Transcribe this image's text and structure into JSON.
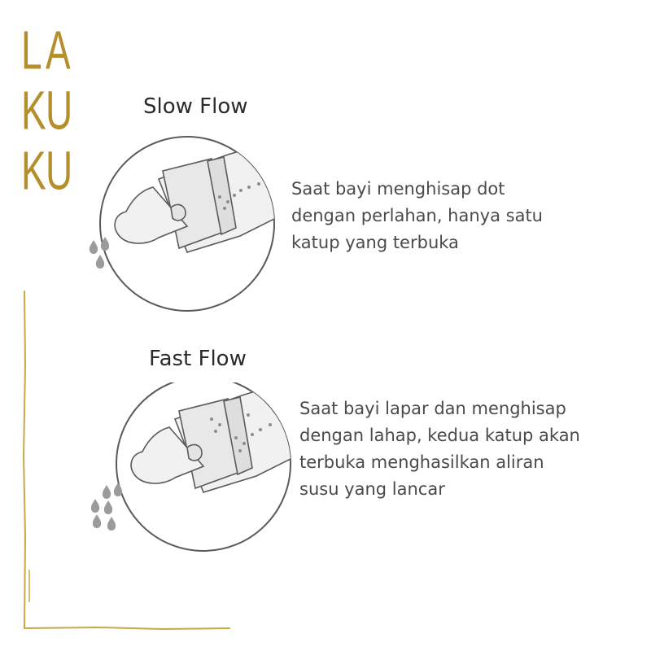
{
  "brand": {
    "letters": [
      "L",
      "A",
      "K",
      "U",
      "K",
      "U"
    ],
    "color": "#b58f2c"
  },
  "sections": [
    {
      "title": "Slow Flow",
      "lines": [
        "Saat bayi menghisap dot",
        "dengan perlahan, hanya satu",
        "katup yang terbuka"
      ],
      "drops": "few"
    },
    {
      "title": "Fast Flow",
      "lines": [
        "Saat bayi lapar dan menghisap",
        "dengan lahap, kedua katup akan",
        "terbuka menghasilkan aliran",
        "susu yang lancar"
      ],
      "drops": "many"
    }
  ],
  "colors": {
    "illustration_stroke": "#5a5a5a",
    "illustration_fill": "#f1f1f1",
    "drop_fill": "#9b9b9b",
    "frame_line": "#c9a84a"
  }
}
